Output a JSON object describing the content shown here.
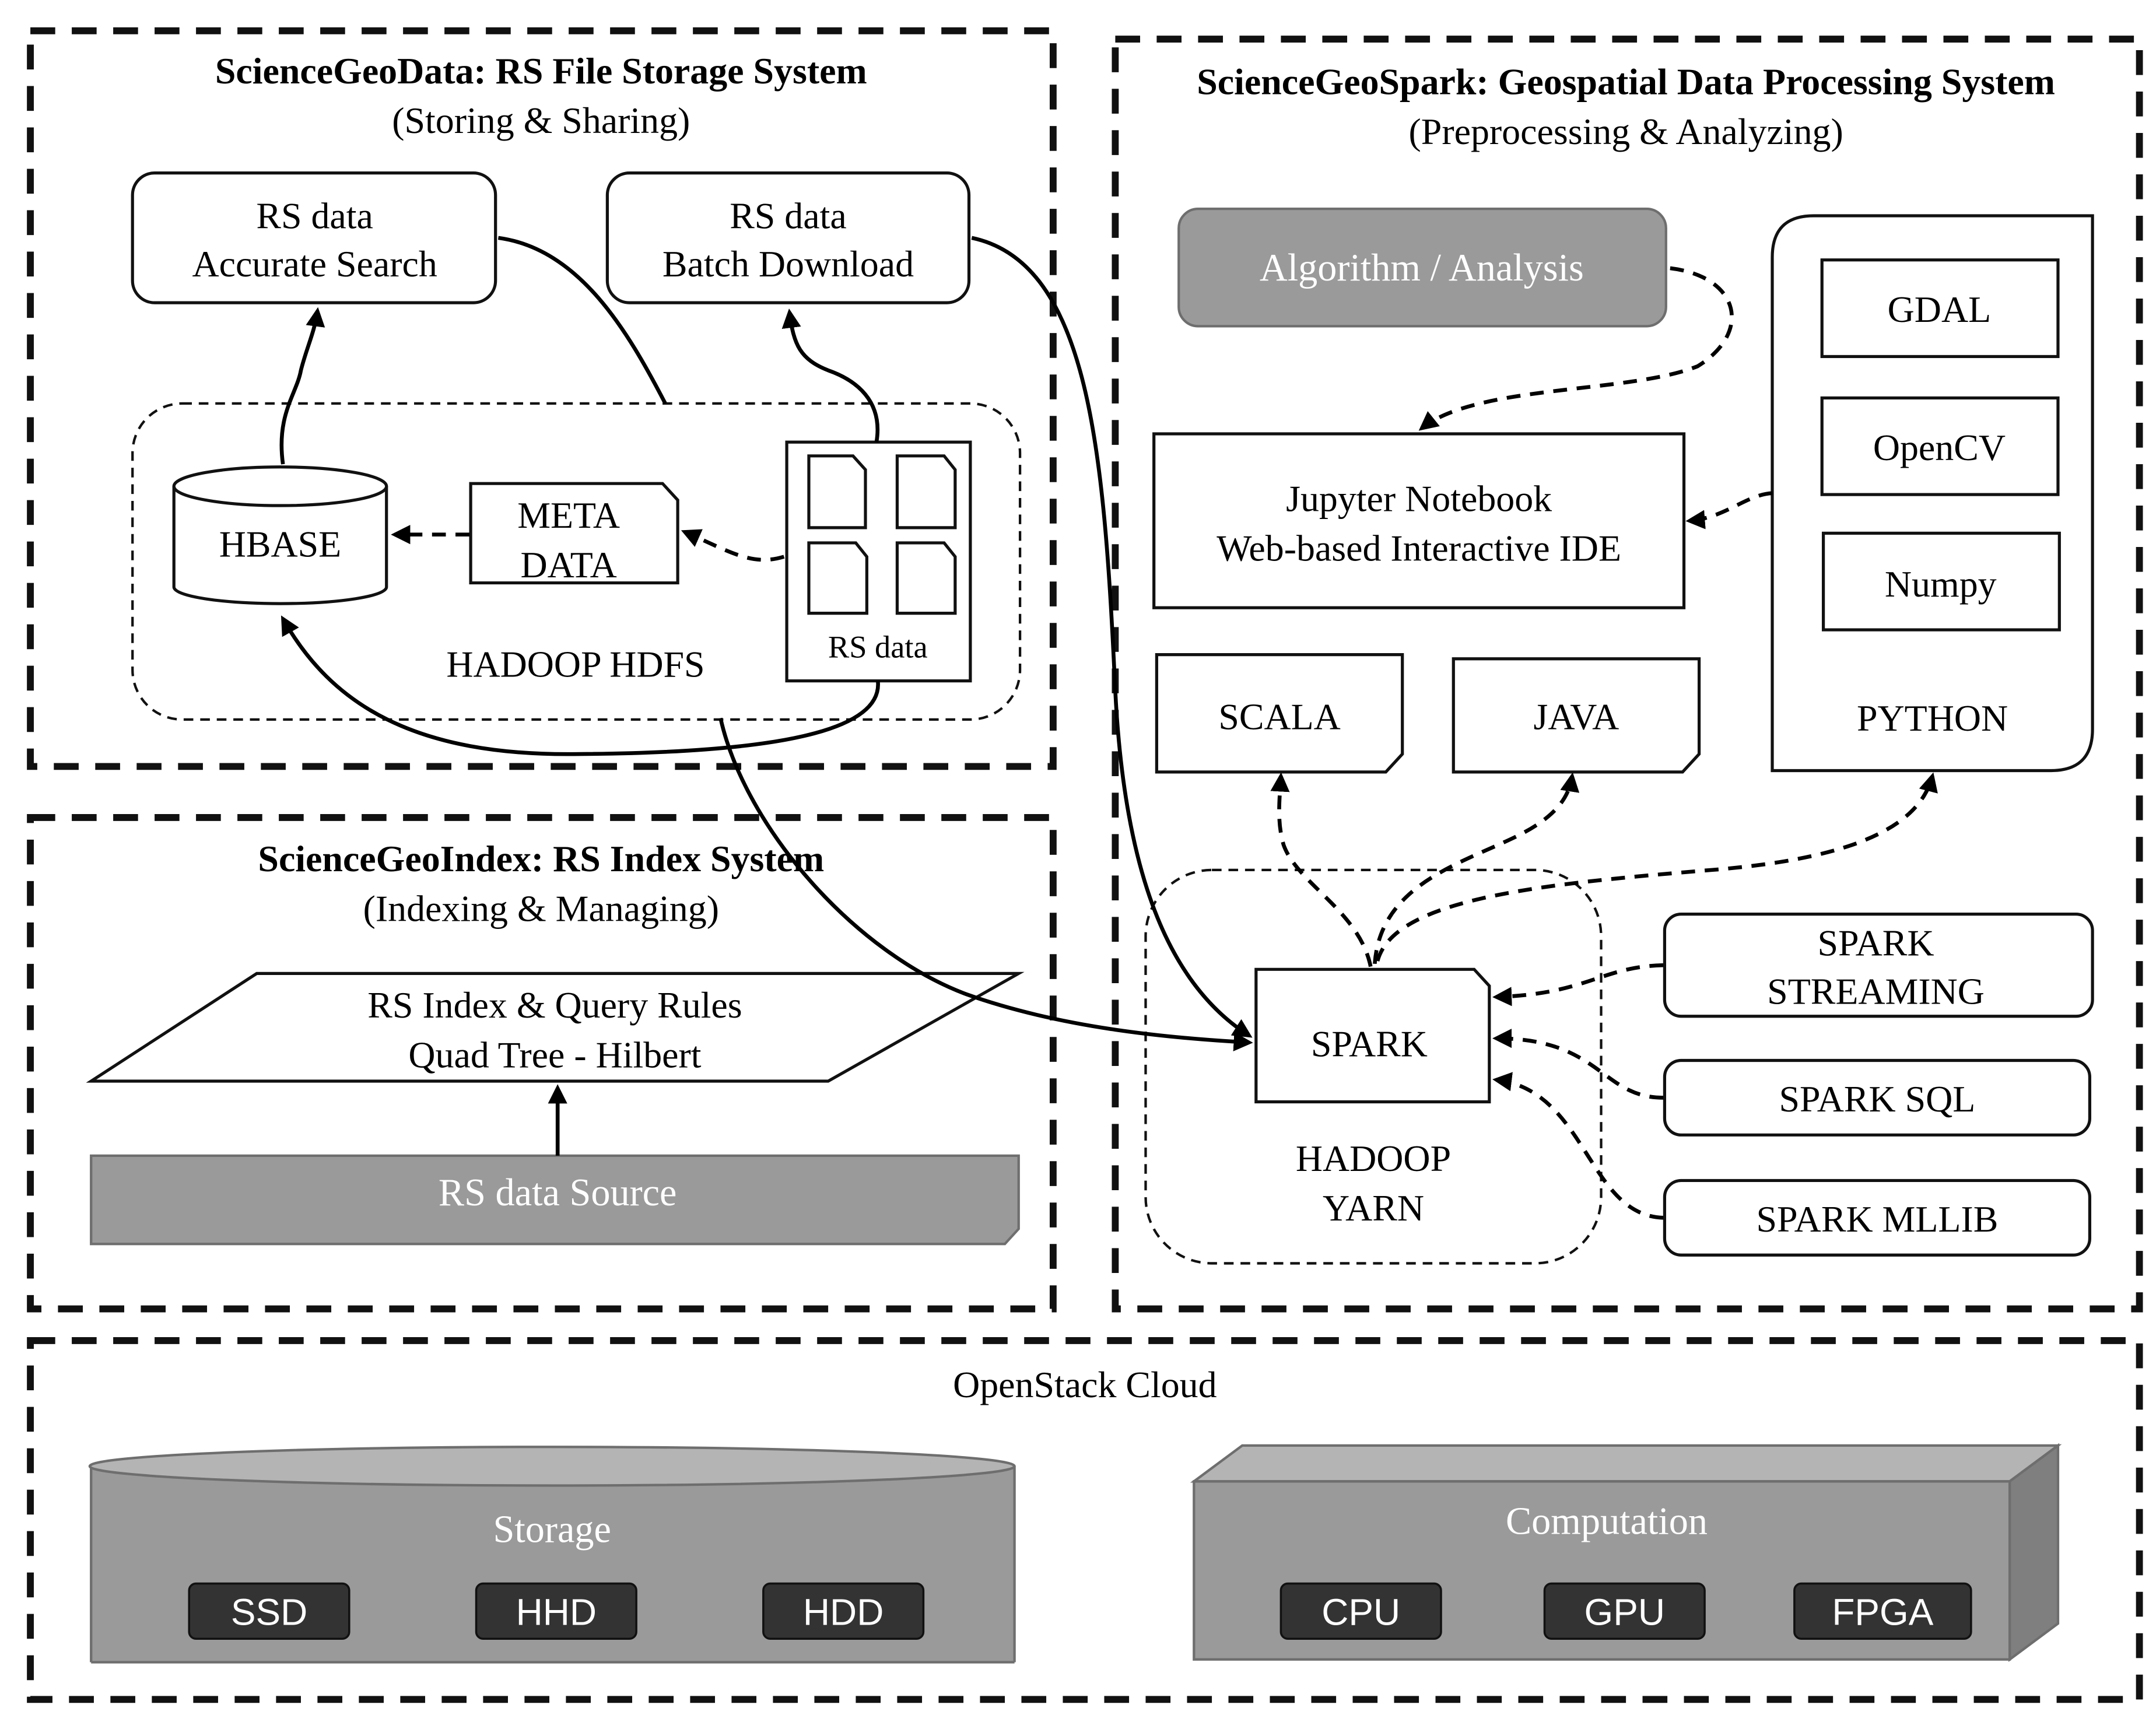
{
  "geodata": {
    "title": "ScienceGeoData: RS File Storage System",
    "subtitle": "(Storing & Sharing)",
    "search_line1": "RS data",
    "search_line2": "Accurate Search",
    "download_line1": "RS data",
    "download_line2": "Batch Download",
    "hbase": "HBASE",
    "meta_line1": "META",
    "meta_line2": "DATA",
    "rs_data": "RS data",
    "hdfs": "HADOOP HDFS"
  },
  "geoindex": {
    "title": "ScienceGeoIndex: RS Index System",
    "subtitle": "(Indexing & Managing)",
    "rules_line1": "RS Index  & Query Rules",
    "rules_line2": "Quad Tree - Hilbert",
    "source": "RS data Source"
  },
  "geospark": {
    "title": "ScienceGeoSpark: Geospatial Data Processing System",
    "subtitle": "(Preprocessing & Analyzing)",
    "algorithm": "Algorithm / Analysis",
    "jupyter_line1": "Jupyter Notebook",
    "jupyter_line2": "Web-based  Interactive IDE",
    "gdal": "GDAL",
    "opencv": "OpenCV",
    "numpy": "Numpy",
    "python": "PYTHON",
    "scala": "SCALA",
    "java": "JAVA",
    "spark": "SPARK",
    "yarn_line1": "HADOOP",
    "yarn_line2": "YARN",
    "streaming_line1": "SPARK",
    "streaming_line2": "STREAMING",
    "sql": "SPARK SQL",
    "mllib": "SPARK MLLIB"
  },
  "cloud": {
    "title": "OpenStack Cloud",
    "storage": {
      "label": "Storage",
      "items": [
        "SSD",
        "HHD",
        "HDD"
      ]
    },
    "computation": {
      "label": "Computation",
      "items": [
        "CPU",
        "GPU",
        "FPGA"
      ]
    }
  },
  "colors": {
    "stroke": "#111111",
    "gray_fill": "#9a9a9a",
    "chip_fill": "#333333",
    "text_on_gray": "#ffffff"
  }
}
